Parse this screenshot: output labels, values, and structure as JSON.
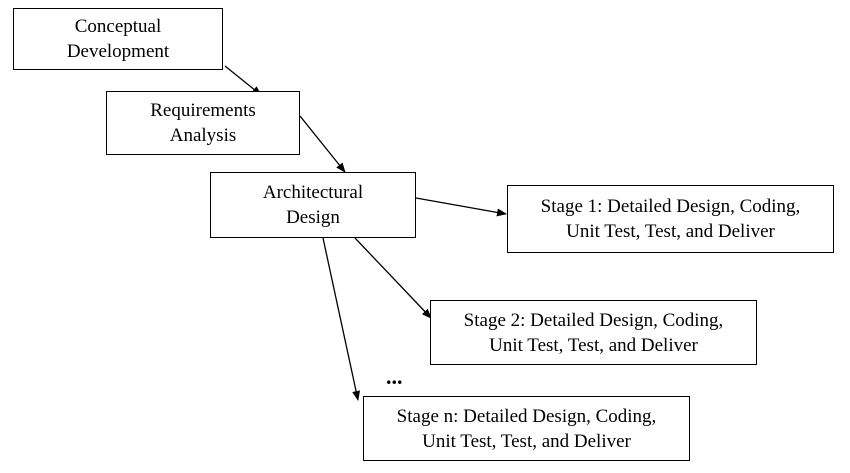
{
  "nodes": {
    "conceptual": {
      "line1": "Conceptual",
      "line2": "Development"
    },
    "requirements": {
      "line1": "Requirements",
      "line2": "Analysis"
    },
    "architectural": {
      "line1": "Architectural",
      "line2": "Design"
    },
    "stage1": {
      "line1": "Stage 1: Detailed Design, Coding,",
      "line2": "Unit Test, Test, and Deliver"
    },
    "stage2": {
      "line1": "Stage 2: Detailed Design, Coding,",
      "line2": "Unit Test, Test, and Deliver"
    },
    "stagen": {
      "line1": "Stage n: Detailed Design, Coding,",
      "line2": "Unit Test, Test, and Deliver"
    }
  },
  "ellipsis": "...",
  "colors": {
    "stroke": "#000000",
    "background": "#ffffff"
  }
}
